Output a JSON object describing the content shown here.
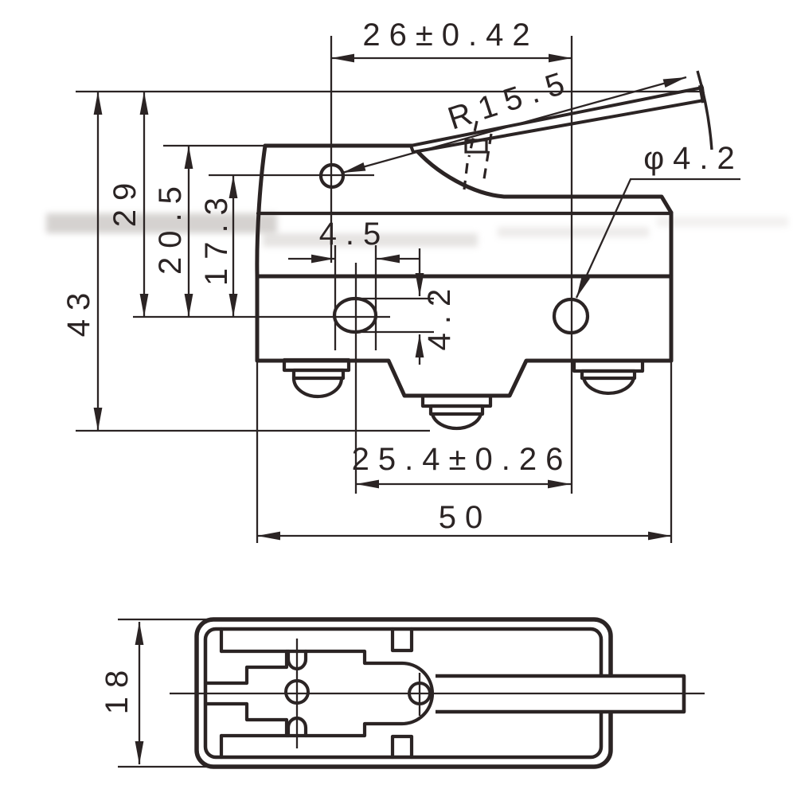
{
  "drawing": {
    "component": "hinge-lever micro switch outline drawing",
    "line_color": "#2b2424",
    "background_color": "#ffffff",
    "views": [
      {
        "id": "front",
        "name": "front view with lever"
      },
      {
        "id": "bottom",
        "name": "bottom view with lever bar"
      }
    ],
    "dimensions": {
      "d26": {
        "label": "26±0.42",
        "orientation": "horizontal"
      },
      "r15_5": {
        "label": "R15.5",
        "orientation": "angled-along-lever"
      },
      "phi4_2": {
        "label": "φ4.2",
        "orientation": "leader-to-hole"
      },
      "d43": {
        "label": "43",
        "orientation": "vertical"
      },
      "d29": {
        "label": "29",
        "orientation": "vertical"
      },
      "d20_5": {
        "label": "20.5",
        "orientation": "vertical"
      },
      "d17_3": {
        "label": "17.3",
        "orientation": "vertical"
      },
      "d4_5": {
        "label": "4.5",
        "orientation": "horizontal"
      },
      "d4_2": {
        "label": "4.2",
        "orientation": "vertical"
      },
      "d25_4": {
        "label": "25.4±0.26",
        "orientation": "horizontal"
      },
      "d50": {
        "label": "50",
        "orientation": "horizontal"
      },
      "d18": {
        "label": "18",
        "orientation": "vertical"
      }
    }
  }
}
